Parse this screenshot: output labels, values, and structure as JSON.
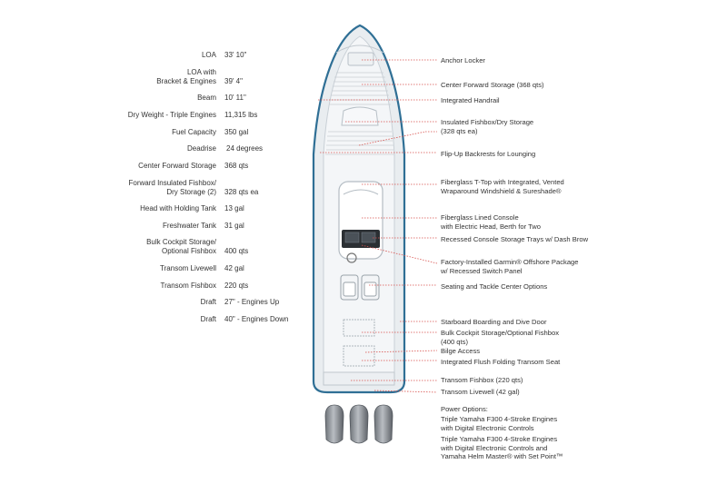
{
  "specs": [
    {
      "label": "LOA",
      "value": "33' 10\""
    },
    {
      "label": "LOA with\nBracket & Engines",
      "value": "39' 4\""
    },
    {
      "label": "Beam",
      "value": "10' 11\""
    },
    {
      "label": "Dry Weight - Triple Engines",
      "value": "11,315 lbs"
    },
    {
      "label": "Fuel Capacity",
      "value": "350 gal"
    },
    {
      "label": "Deadrise",
      "value": "24 degrees"
    },
    {
      "label": "Center Forward Storage",
      "value": "368 qts"
    },
    {
      "label": "Forward Insulated Fishbox/\nDry Storage (2)",
      "value": "328 qts ea"
    },
    {
      "label": "Head with Holding Tank",
      "value": "13 gal"
    },
    {
      "label": "Freshwater Tank",
      "value": "31 gal"
    },
    {
      "label": "Bulk Cockpit Storage/\nOptional Fishbox",
      "value": "400 qts"
    },
    {
      "label": "Transom Livewell",
      "value": "42 gal"
    },
    {
      "label": "Transom Fishbox",
      "value": "220 qts"
    },
    {
      "label": "Draft",
      "value": "27\" - Engines Up"
    },
    {
      "label": "Draft",
      "value": "40\" - Engines Down"
    }
  ],
  "callouts": [
    "Anchor Locker",
    "Center Forward Storage (368 qts)",
    "Integrated Handrail",
    "Insulated Fishbox/Dry Storage\n(328 qts ea)",
    "Flip-Up Backrests for Lounging",
    "Fiberglass T-Top with Integrated, Vented\nWraparound Windshield & Sureshade®",
    "Fiberglass Lined Console\nwith Electric Head, Berth for Two",
    "Recessed Console Storage Trays w/ Dash Brow",
    "Factory-Installed Garmin® Offshore Package\nw/ Recessed Switch Panel",
    "Seating and Tackle Center Options",
    "Starboard Boarding and Dive Door",
    "Bulk Cockpit Storage/Optional Fishbox\n(400 qts)",
    "Bilge Access",
    "Integrated Flush Folding Transom Seat",
    "Transom Fishbox (220 qts)",
    "Transom Livewell (42 gal)"
  ],
  "power": {
    "heading": "Power Options:",
    "option1": "Triple Yamaha F300 4-Stroke Engines\nwith Digital Electronic Controls",
    "option2": "Triple Yamaha F300 4-Stroke Engines\nwith Digital Electronic Controls and\nYamaha Helm Master® with Set Point™"
  },
  "colors": {
    "hull_outline": "#2f6f95",
    "deck": "#e9edf0",
    "leader": "#d9534f",
    "engine": "#8c9096"
  }
}
